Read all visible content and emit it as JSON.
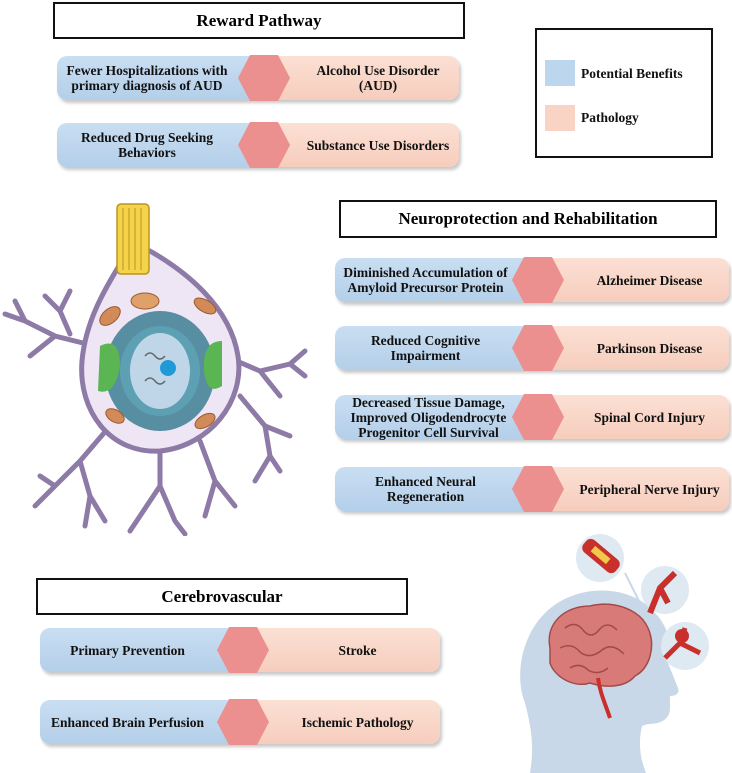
{
  "sections": {
    "reward": "Reward Pathway",
    "neuro": "Neuroprotection and Rehabilitation",
    "cerebro": "Cerebrovascular"
  },
  "legend": {
    "benefits": "Potential Benefits",
    "pathology": "Pathology",
    "colors": {
      "benefits": "#bcd6ee",
      "pathology": "#f9d4c5",
      "hexagon": "#ec8f8f"
    }
  },
  "reward_rows": [
    {
      "benefit": "Fewer Hospitalizations with primary diagnosis of AUD",
      "pathology": "Alcohol Use Disorder (AUD)"
    },
    {
      "benefit": "Reduced Drug Seeking Behaviors",
      "pathology": "Substance Use Disorders"
    }
  ],
  "neuro_rows": [
    {
      "benefit": "Diminished Accumulation of Amyloid Precursor Protein",
      "pathology": "Alzheimer Disease"
    },
    {
      "benefit": "Reduced Cognitive Impairment",
      "pathology": "Parkinson Disease"
    },
    {
      "benefit": "Decreased Tissue Damage, Improved Oligodendrocyte Progenitor Cell Survival",
      "pathology": "Spinal Cord Injury"
    },
    {
      "benefit": "Enhanced Neural Regeneration",
      "pathology": "Peripheral Nerve Injury"
    }
  ],
  "cerebro_rows": [
    {
      "benefit": "Primary Prevention",
      "pathology": "Stroke"
    },
    {
      "benefit": "Enhanced Brain Perfusion",
      "pathology": "Ischemic Pathology"
    }
  ],
  "illustrations": {
    "neuron": "neuron-illustration",
    "head": "head-brain-illustration"
  }
}
